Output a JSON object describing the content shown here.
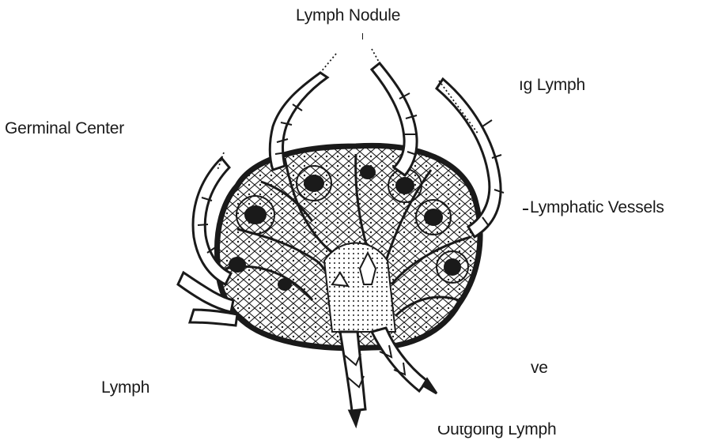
{
  "labels": {
    "lymph_nodule": "Lymph Nodule",
    "incoming_lymph": "ıg Lymph",
    "germinal_center": "Germinal Center",
    "lymphatic_vessels": "Lymphatic Vessels",
    "valve": "ve",
    "lymph_left": "Lymph",
    "outgoing_lymph": "Outgoing Lymph"
  },
  "colors": {
    "ink": "#1a1a1a",
    "background": "#ffffff"
  }
}
